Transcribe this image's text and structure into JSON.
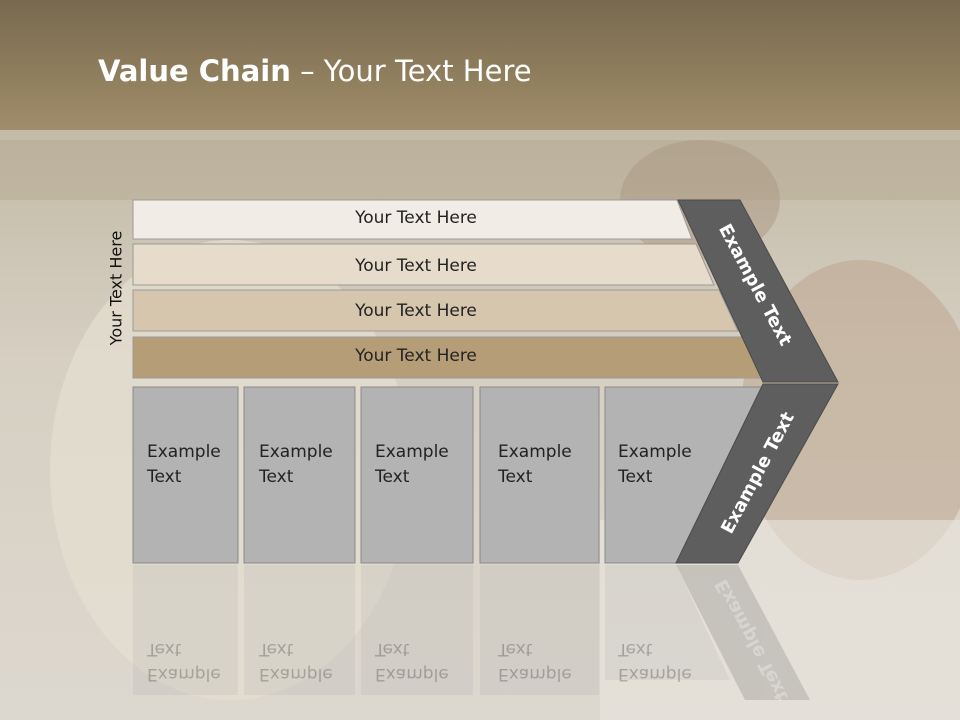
{
  "slide": {
    "title_bold": "Value Chain",
    "title_rest": " – Your Text Here",
    "vertical_label": "Your Text Here"
  },
  "rows": [
    {
      "label": "Your Text Here",
      "color": "#f1ede6"
    },
    {
      "label": "Your Text Here",
      "color": "#e7dccb"
    },
    {
      "label": "Your Text Here",
      "color": "#d6c6ad"
    },
    {
      "label": "Your Text Here",
      "color": "#b59e77"
    }
  ],
  "boxes": [
    {
      "text": "Example\nText"
    },
    {
      "text": "Example\nText"
    },
    {
      "text": "Example\nText"
    },
    {
      "text": "Example\nText"
    },
    {
      "text": "Example\nText"
    }
  ],
  "arrow": {
    "upper_text": "Example Text",
    "lower_text": "Example Text",
    "color": "#5e5e5e"
  },
  "colors": {
    "title_band": "#8e7d5c",
    "box_fill": "#b3b3b3",
    "background": "#d8d2c6"
  }
}
